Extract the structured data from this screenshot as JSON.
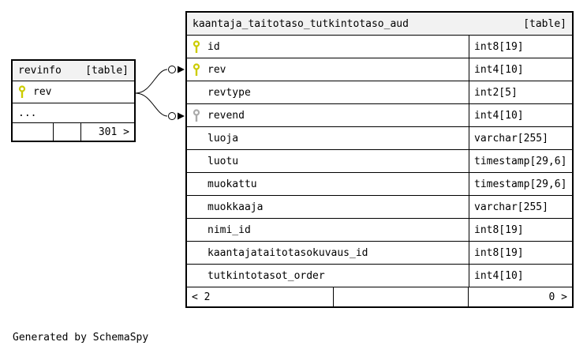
{
  "note": "Generated by SchemaSpy",
  "colors": {
    "header_bg": "#f2f2f2",
    "border": "#000000",
    "primary_key": "#cccc00",
    "foreign_key": "#aaaaaa"
  },
  "revinfo_table": {
    "title": "revinfo",
    "badge": "[table]",
    "columns": [
      {
        "name": "rev",
        "key": "primary"
      }
    ],
    "ellipsis": "...",
    "footer": {
      "left": "",
      "middle": "",
      "right": "301 >"
    }
  },
  "aud_table": {
    "title": "kaantaja_taitotaso_tutkintotaso_aud",
    "badge": "[table]",
    "columns": [
      {
        "name": "id",
        "type": "int8[19]",
        "key": "primary"
      },
      {
        "name": "rev",
        "type": "int4[10]",
        "key": "primary"
      },
      {
        "name": "revtype",
        "type": "int2[5]",
        "key": "none"
      },
      {
        "name": "revend",
        "type": "int4[10]",
        "key": "foreign"
      },
      {
        "name": "luoja",
        "type": "varchar[255]",
        "key": "none"
      },
      {
        "name": "luotu",
        "type": "timestamp[29,6]",
        "key": "none"
      },
      {
        "name": "muokattu",
        "type": "timestamp[29,6]",
        "key": "none"
      },
      {
        "name": "muokkaaja",
        "type": "varchar[255]",
        "key": "none"
      },
      {
        "name": "nimi_id",
        "type": "int8[19]",
        "key": "none"
      },
      {
        "name": "kaantajataitotasokuvaus_id",
        "type": "int8[19]",
        "key": "none"
      },
      {
        "name": "tutkintotasot_order",
        "type": "int4[10]",
        "key": "none"
      }
    ],
    "footer": {
      "left": "< 2",
      "middle": "",
      "right": "0 >"
    }
  }
}
